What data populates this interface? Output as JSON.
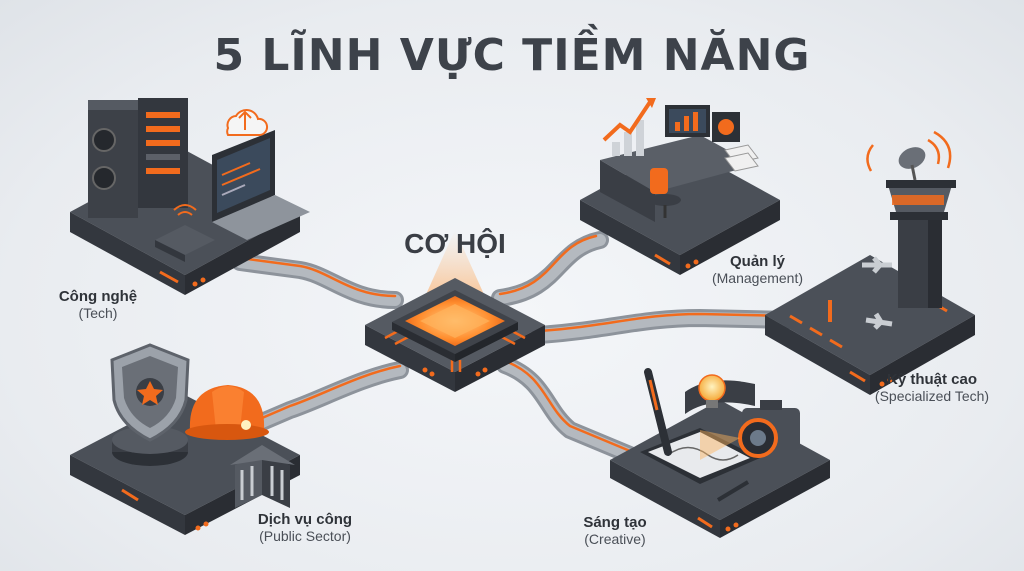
{
  "title": "5 LĨNH VỰC TIỀM NĂNG",
  "hub": {
    "label": "CƠ HỘI"
  },
  "nodes": [
    {
      "id": "tech",
      "name_vi": "Công nghệ",
      "name_en": "(Tech)",
      "icon": "server-laptop-icon"
    },
    {
      "id": "management",
      "name_vi": "Quản lý",
      "name_en": "(Management)",
      "icon": "office-desk-icon"
    },
    {
      "id": "specialized",
      "name_vi": "Kỹ thuật cao",
      "name_en": "(Specialized Tech)",
      "icon": "control-tower-icon"
    },
    {
      "id": "creative",
      "name_vi": "Sáng tạo",
      "name_en": "(Creative)",
      "icon": "camera-design-icon"
    },
    {
      "id": "public",
      "name_vi": "Dịch vụ công",
      "name_en": "(Public Sector)",
      "icon": "shield-helmet-icon"
    }
  ],
  "colors": {
    "accent": "#f26b1d",
    "platform": "#4a4f57",
    "platform_dark": "#33373e",
    "pipe": "#9aa0a8"
  }
}
